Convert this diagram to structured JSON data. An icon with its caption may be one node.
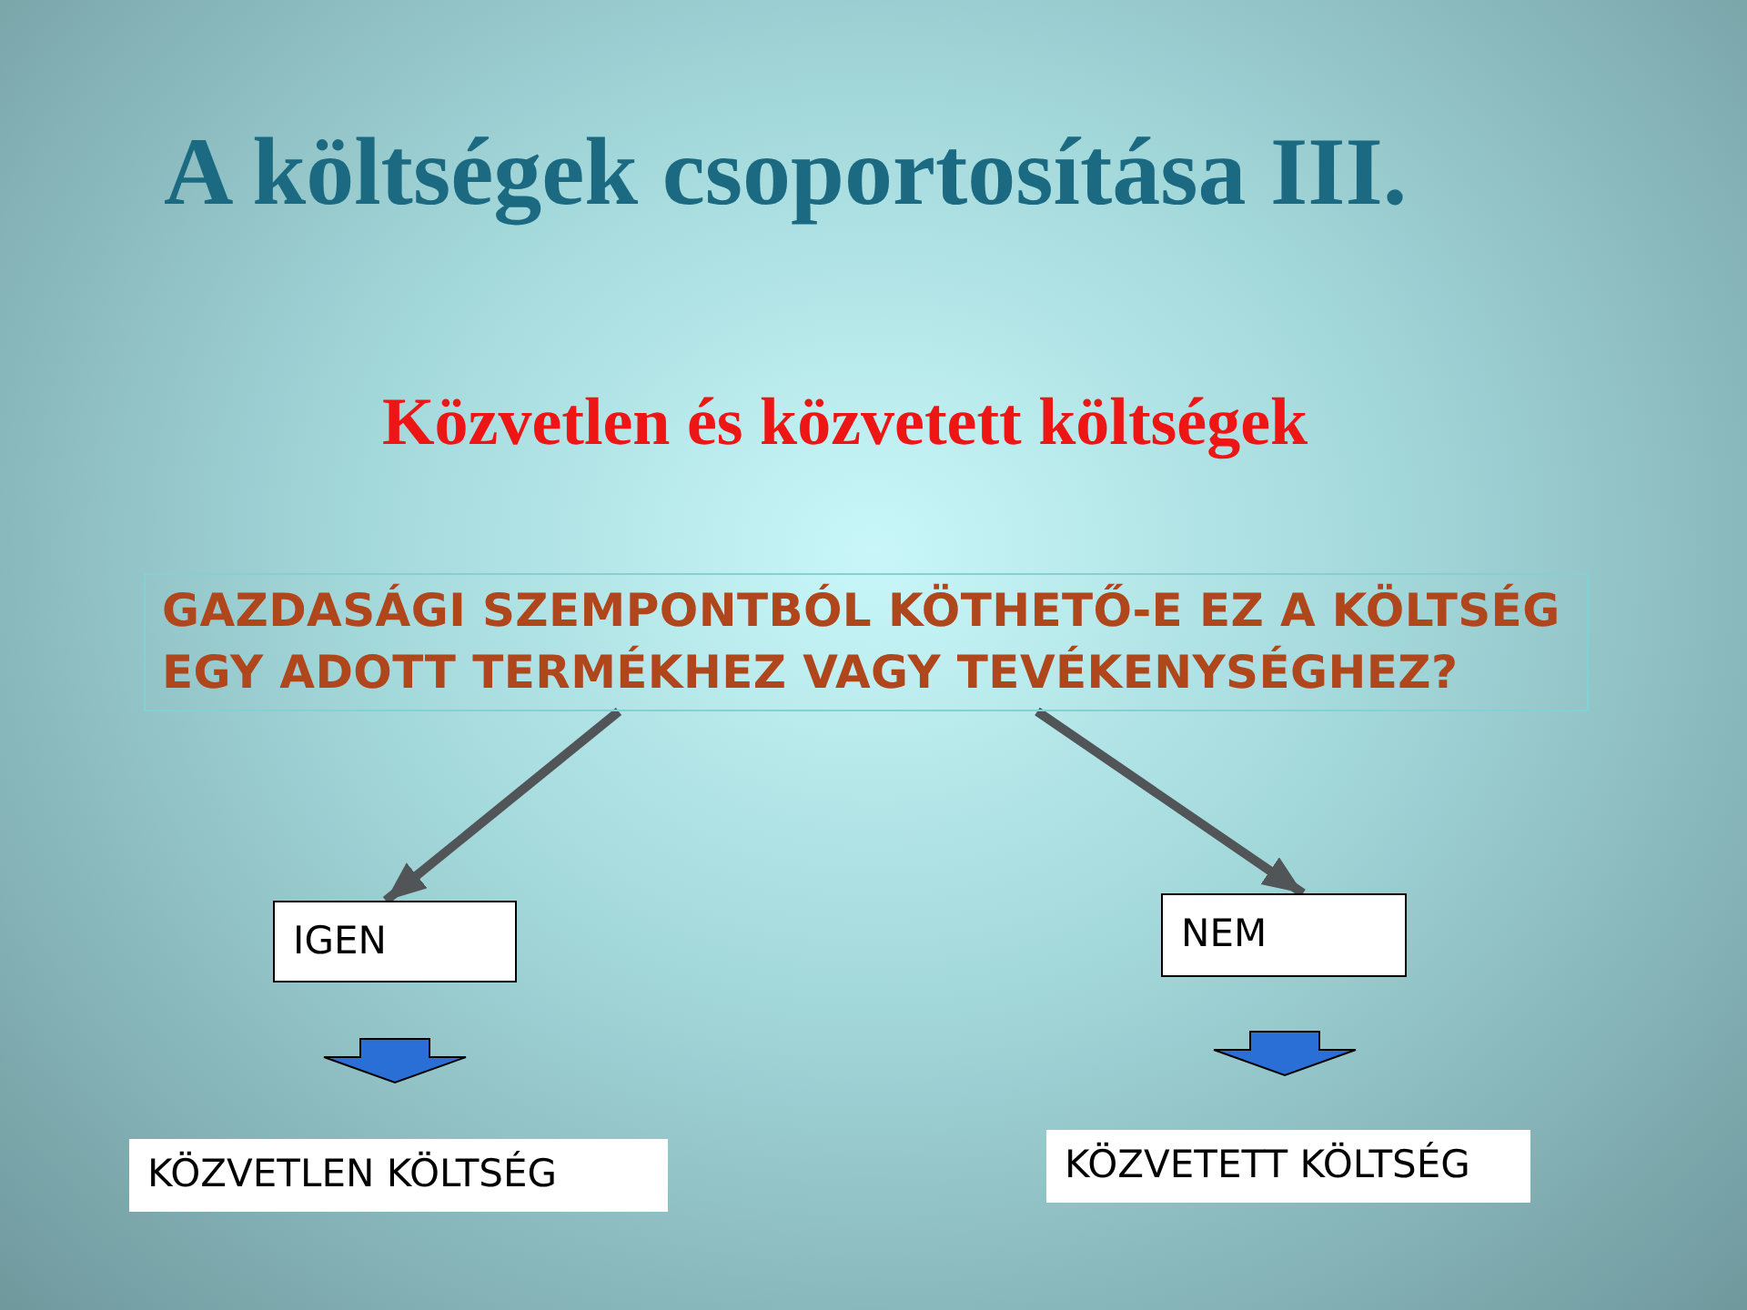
{
  "diagram": {
    "title": "A költségek csoportosítása III.",
    "nodes": [
      {
        "text": [
          "GAZDASÁGI SZEMPONTBÓL KÖTHETŐ-E EZ A KÖLTSÉG EGY ADOTT TERMÉKHEZ VAGY TEVÉKENYSÉGHEZ?"
        ]
      },
      {
        "text": [
          "IGEN"
        ]
      },
      {
        "text": [
          "NEM"
        ]
      },
      {
        "text": [
          "KÖZVETLEN KÖLTSÉG"
        ]
      },
      {
        "text": [
          "KÖZVETETT KÖLTSÉG"
        ]
      }
    ],
    "edges": [
      {
        "from": 0,
        "to": 1,
        "arrow": "to"
      },
      {
        "from": 0,
        "to": 2,
        "arrow": "to"
      },
      {
        "from": 1,
        "to": 3,
        "arrow": "to",
        "style": "thick",
        "color": "#2a6fd6"
      },
      {
        "from": 2,
        "to": 4,
        "arrow": "to",
        "style": "thick",
        "color": "#2a6fd6"
      }
    ],
    "labels": [
      "Közvetlen és közvetett költségek"
    ]
  }
}
